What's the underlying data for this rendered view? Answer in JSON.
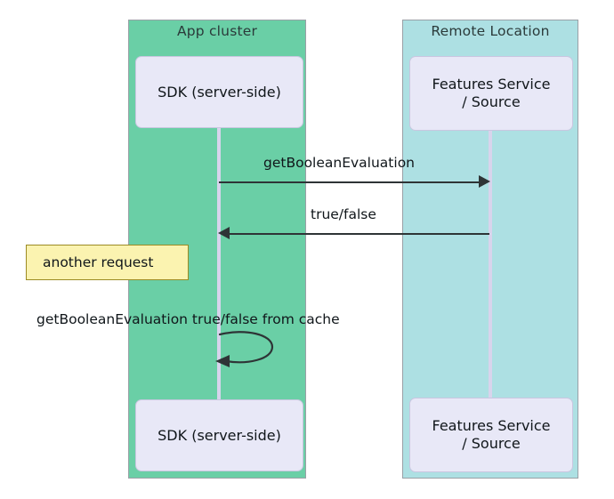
{
  "diagram": {
    "type": "sequence-diagram",
    "groups": [
      {
        "id": "app-cluster",
        "title": "App cluster",
        "color": "#6ACFA6",
        "participant": "SDK (server-side)"
      },
      {
        "id": "remote-location",
        "title": "Remote Location",
        "color": "#ADE0E3",
        "participant": "Features Service\n/ Source"
      }
    ],
    "participants": {
      "sdk_top": "SDK (server-side)",
      "sdk_bottom": "SDK (server-side)",
      "features_top": "Features Service\n/ Source",
      "features_bottom": "Features Service\n/ Source"
    },
    "messages": [
      {
        "id": "msg1",
        "label": "getBooleanEvaluation",
        "from": "SDK (server-side)",
        "to": "Features Service / Source",
        "direction": "right"
      },
      {
        "id": "msg2",
        "label": "true/false",
        "from": "Features Service / Source",
        "to": "SDK (server-side)",
        "direction": "left"
      },
      {
        "id": "msg3",
        "label": "getBooleanEvaluation true/false from cache",
        "from": "SDK (server-side)",
        "to": "SDK (server-side)",
        "direction": "self"
      }
    ],
    "notes": [
      {
        "id": "note-another-request",
        "text": "another request",
        "background": "#FBF3B0",
        "border": "#9C8B24"
      }
    ],
    "colors": {
      "arrow": "#2E3436",
      "lifeline": "#D8D4EC",
      "actor_box": "#E8E8F7",
      "page_background": "#FFFFFF"
    }
  }
}
